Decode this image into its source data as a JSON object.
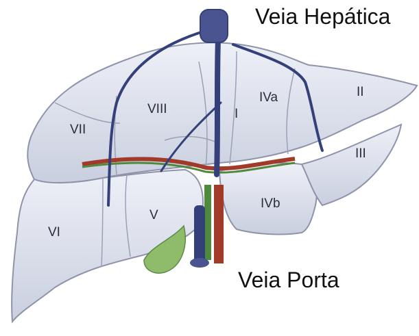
{
  "labels": {
    "hepatic_vein": "Veia Hepática",
    "portal_vein": "Veia Porta"
  },
  "segments": [
    "VII",
    "VIII",
    "I",
    "IVa",
    "II",
    "III",
    "VI",
    "V",
    "IVb"
  ],
  "colors": {
    "liver_fill": "#dde2ee",
    "liver_stroke": "#8e93aa",
    "vein": "#34407a",
    "artery": "#a23a2a",
    "bile_duct": "#4f8a3c",
    "gallbladder": "#8fbc6a"
  }
}
